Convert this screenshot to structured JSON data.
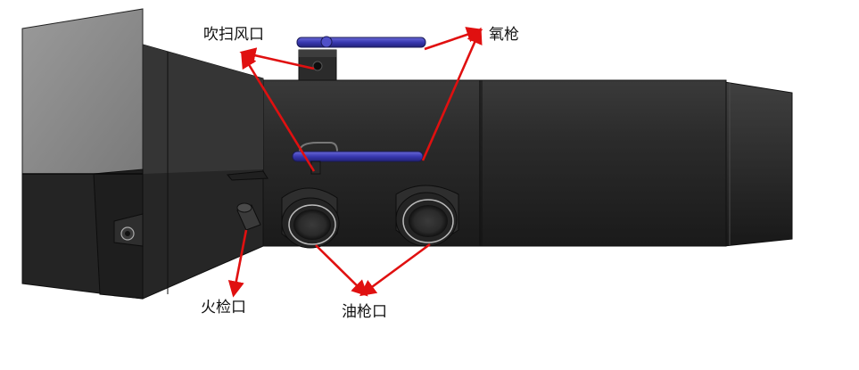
{
  "diagram": {
    "labels": {
      "purge_air_port": "吹扫风口",
      "oxygen_lance": "氧枪",
      "igniter_port": "火检口",
      "oil_gun_port": "油枪口"
    },
    "colors": {
      "annotation_arrow": "#e01010",
      "lance_tube": "#3a3ab0",
      "body_dark": "#1c1c1c",
      "body_mid": "#2a2a2a",
      "top_panel": "#8a8a8a",
      "background": "#ffffff"
    },
    "components": [
      "inlet-housing",
      "tapered-section",
      "main-cylinder",
      "outlet-cone",
      "upper-oxygen-lance",
      "lower-oxygen-lance",
      "purge-valve-block",
      "igniter-nozzle",
      "oil-gun-port-left",
      "oil-gun-port-right"
    ]
  }
}
